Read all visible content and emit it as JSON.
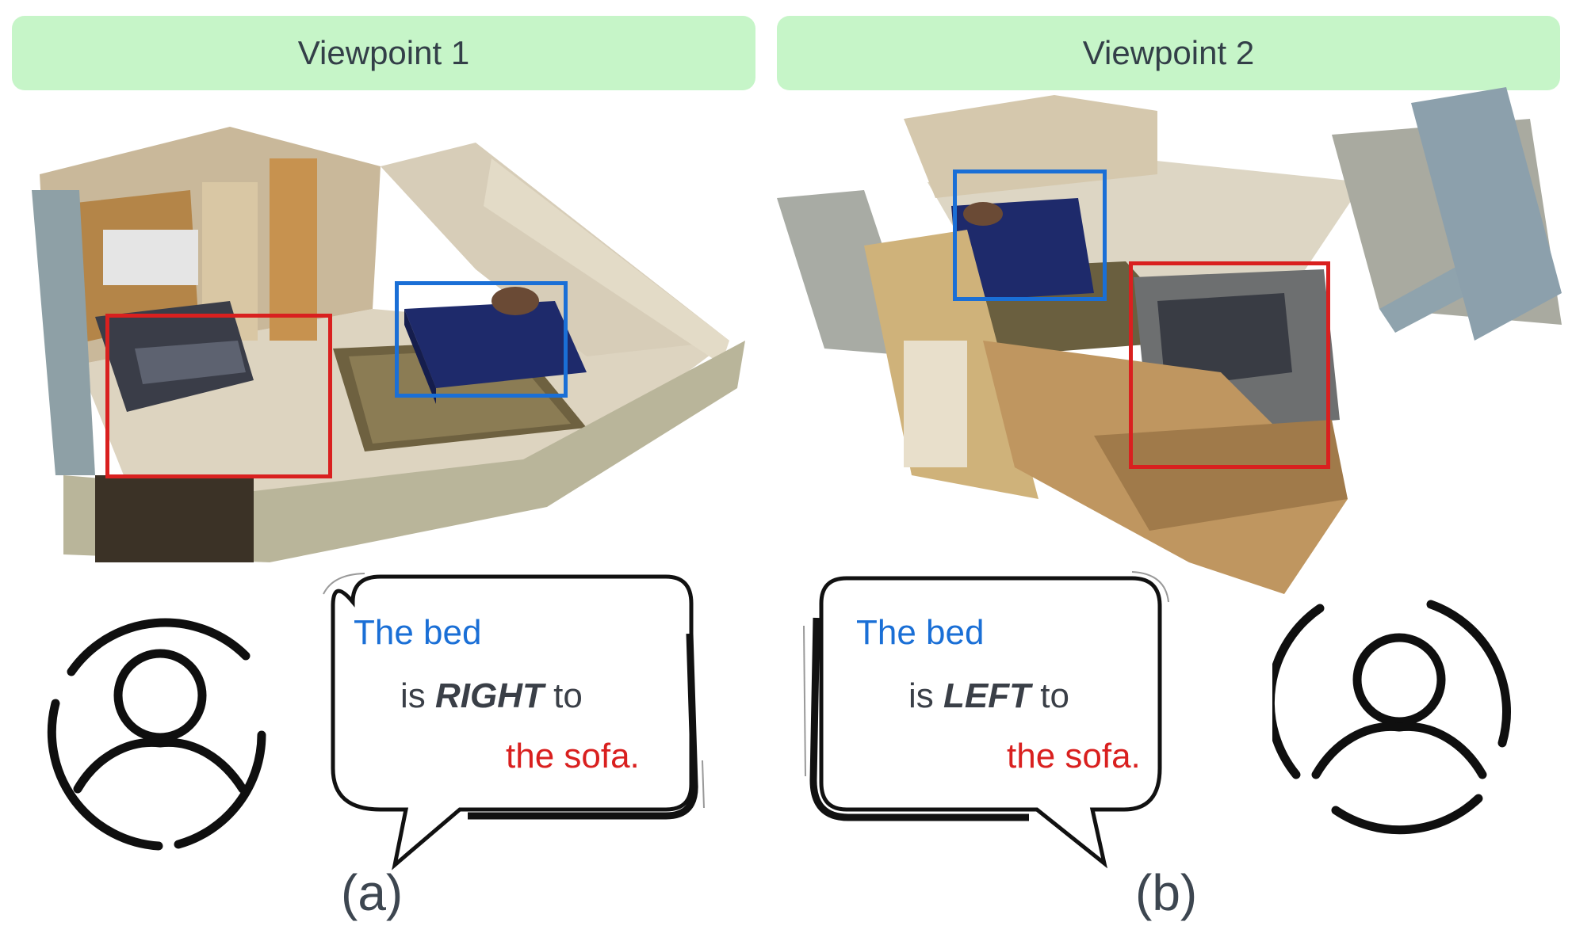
{
  "viewpoints": [
    {
      "header": "Viewpoint 1",
      "subject": "The bed",
      "relation_prefix": "is",
      "relation": "RIGHT",
      "relation_suffix": "to",
      "object": "the sofa.",
      "caption": "(a)"
    },
    {
      "header": "Viewpoint 2",
      "subject": "The bed",
      "relation_prefix": "is",
      "relation": "LEFT",
      "relation_suffix": "to",
      "object": "the sofa.",
      "caption": "(b)"
    }
  ],
  "colors": {
    "header_bg": "#c6f5c8",
    "bed_box": "#1a6fd6",
    "sofa_box": "#d9201f",
    "subject_text": "#1a6fd6",
    "object_text": "#d9201f"
  },
  "icons": [
    "user-icon",
    "speech-bubble"
  ]
}
